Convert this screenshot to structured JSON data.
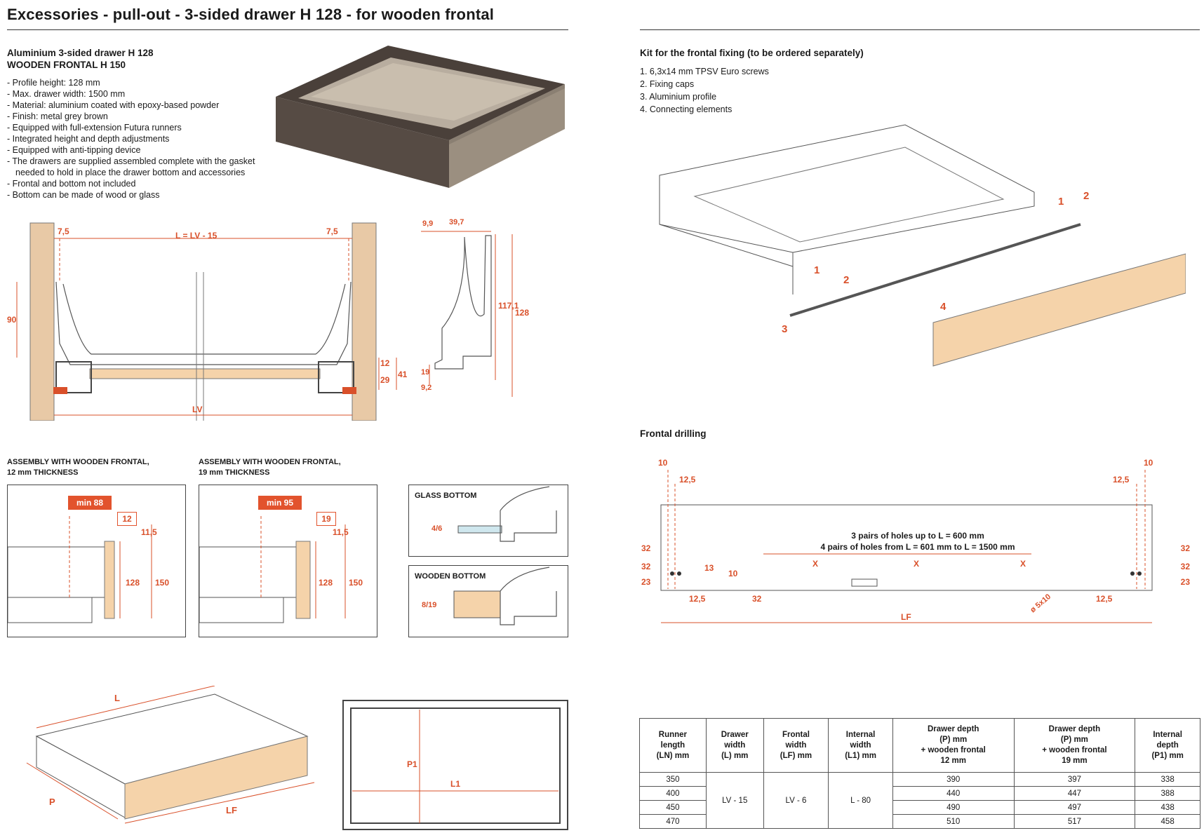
{
  "page": {
    "title": "Excessories - pull-out - 3-sided drawer H 128 - for wooden frontal"
  },
  "product": {
    "name_line1": "Aluminium 3-sided drawer H 128",
    "name_line2": "WOODEN FRONTAL H 150",
    "specs": [
      "Profile height: 128 mm",
      "Max. drawer width: 1500 mm",
      "Material: aluminium coated with epoxy-based powder",
      "Finish: metal grey brown",
      "Equipped with full-extension Futura runners",
      "Integrated height and depth adjustments",
      "Equipped with anti-tipping device",
      "The drawers are supplied assembled complete with the gasket needed to hold in place the drawer bottom and accessories",
      "Frontal and bottom not included",
      "Bottom can be made of wood or glass"
    ]
  },
  "cross_section": {
    "dims": [
      "7,5",
      "L = LV - 15",
      "7,5",
      "90",
      "12",
      "29",
      "41",
      "LV"
    ]
  },
  "profile_section": {
    "dims": [
      "9,9",
      "39,7",
      "117,1",
      "128",
      "19",
      "9,2"
    ]
  },
  "assembly": [
    {
      "caption_line1": "ASSEMBLY WITH WOODEN FRONTAL,",
      "caption_line2": "12 mm THICKNESS",
      "min": "min 88",
      "thick": "12",
      "d1": "11,5",
      "d2": "128",
      "d3": "150"
    },
    {
      "caption_line1": "ASSEMBLY WITH WOODEN FRONTAL,",
      "caption_line2": "19 mm THICKNESS",
      "min": "min 95",
      "thick": "19",
      "d1": "11,5",
      "d2": "128",
      "d3": "150"
    }
  ],
  "bottoms": [
    {
      "label": "GLASS BOTTOM",
      "dim": "4/6"
    },
    {
      "label": "WOODEN BOTTOM",
      "dim": "8/19"
    }
  ],
  "drawer_dims": [
    "L",
    "P",
    "LF"
  ],
  "plan_dims": [
    "P1",
    "L1"
  ],
  "kit": {
    "title": "Kit for the frontal fixing (to be ordered separately)",
    "items": [
      "1. 6,3x14 mm TPSV Euro screws",
      "2. Fixing caps",
      "3. Aluminium profile",
      "4. Connecting elements"
    ],
    "callouts": [
      "1",
      "2",
      "3",
      "4"
    ]
  },
  "drilling": {
    "title": "Frontal drilling",
    "note_line1": "3 pairs of holes up to L = 600 mm",
    "note_line2": "4 pairs of holes from L = 601 mm to L = 1500 mm",
    "dims": {
      "d10": "10",
      "d12_5": "12,5",
      "d32": "32",
      "d23": "23",
      "d13": "13",
      "x": "X",
      "hole": "ø 5x10",
      "lf": "LF"
    }
  },
  "table": {
    "headers": [
      [
        "Runner",
        "length",
        "(LN) mm"
      ],
      [
        "Drawer",
        "width",
        "(L) mm"
      ],
      [
        "Frontal",
        "width",
        "(LF) mm"
      ],
      [
        "Internal",
        "width",
        "(L1) mm"
      ],
      [
        "Drawer depth",
        "(P) mm",
        "+ wooden frontal",
        "12 mm"
      ],
      [
        "Drawer depth",
        "(P) mm",
        "+ wooden frontal",
        "19 mm"
      ],
      [
        "Internal",
        "depth",
        "(P1) mm"
      ]
    ],
    "rows": [
      {
        "ln": "350",
        "p12": "390",
        "p19": "397",
        "p1": "338"
      },
      {
        "ln": "400",
        "p12": "440",
        "p19": "447",
        "p1": "388"
      },
      {
        "ln": "450",
        "p12": "490",
        "p19": "497",
        "p1": "438"
      },
      {
        "ln": "470",
        "p12": "510",
        "p19": "517",
        "p1": "458"
      }
    ],
    "shared": {
      "l": "LV - 15",
      "lf": "LV - 6",
      "l1": "L - 80"
    }
  }
}
